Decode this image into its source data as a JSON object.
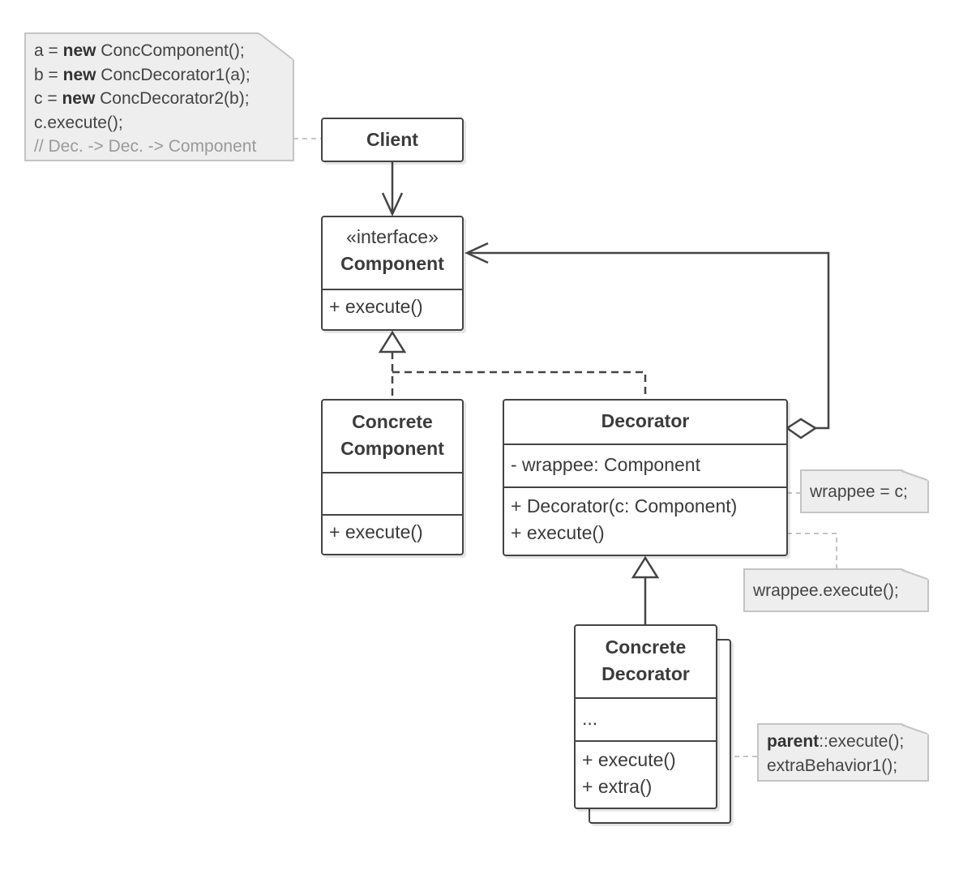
{
  "client_note": {
    "lines": [
      {
        "kw": "",
        "pre": "a = ",
        "bold": "new",
        "post": " ConcComponent();"
      },
      {
        "pre": "b = ",
        "bold": "new",
        "post": " ConcDecorator1(a);"
      },
      {
        "pre": "c = ",
        "bold": "new",
        "post": " ConcDecorator2(b);"
      },
      {
        "pre": "c.execute();",
        "bold": "",
        "post": ""
      }
    ],
    "comment": "// Dec. -> Dec. -> Component"
  },
  "client": {
    "name": "Client"
  },
  "component": {
    "stereotype": "«interface»",
    "name": "Component",
    "methods": [
      "+ execute()"
    ]
  },
  "concrete_component": {
    "name_line1": "Concrete",
    "name_line2": "Component",
    "fields": [],
    "methods": [
      "+ execute()"
    ]
  },
  "decorator": {
    "name": "Decorator",
    "fields": [
      "- wrappee: Component"
    ],
    "methods": [
      "+ Decorator(c: Component)",
      "+ execute()"
    ]
  },
  "concrete_decorator": {
    "name_line1": "Concrete",
    "name_line2": "Decorator",
    "fields": [
      "..."
    ],
    "methods": [
      "+ execute()",
      "+ extra()"
    ]
  },
  "notes": {
    "constructor_note": "wrappee = c;",
    "execute_note": "wrappee.execute();",
    "extra_note_bold": "parent",
    "extra_note_rest": "::execute();",
    "extra_note_line2": "extraBehavior1();"
  },
  "colors": {
    "stroke": "#444444",
    "note_fill": "#eeeeee",
    "note_border": "#c4c4c4",
    "connector_dotted": "#c4c4c4"
  }
}
